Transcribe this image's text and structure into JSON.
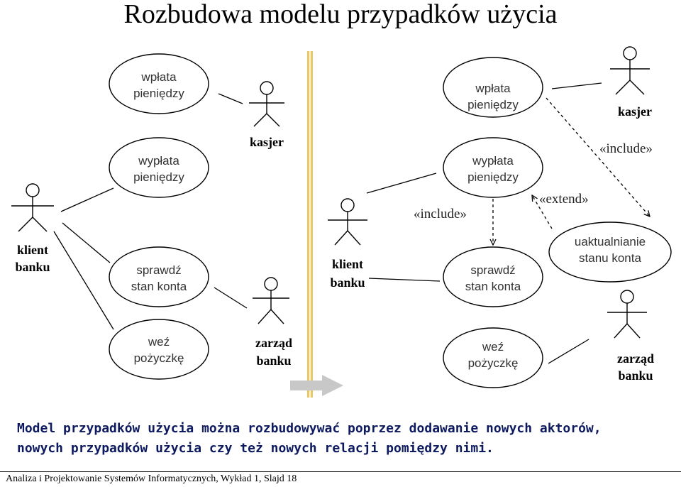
{
  "title": "Rozbudowa modelu przypadków użycia",
  "left": {
    "use_cases": {
      "deposit": [
        "wpłata",
        "pieniędzy"
      ],
      "withdraw": [
        "wypłata",
        "pieniędzy"
      ],
      "check": [
        "sprawdź",
        "stan konta"
      ],
      "loan": [
        "weź",
        "pożyczkę"
      ]
    },
    "actors": {
      "cashier": "kasjer",
      "client": [
        "klient",
        "banku"
      ],
      "board": [
        "zarząd",
        "banku"
      ]
    }
  },
  "right": {
    "use_cases": {
      "deposit": [
        "wpłata",
        "pieniędzy"
      ],
      "withdraw": [
        "wypłata",
        "pieniędzy"
      ],
      "check": [
        "sprawdź",
        "stan konta"
      ],
      "loan": [
        "weź",
        "pożyczkę"
      ],
      "update": [
        "uaktualnianie",
        "stanu konta"
      ]
    },
    "actors": {
      "cashier": "kasjer",
      "client": [
        "klient",
        "banku"
      ],
      "board": [
        "zarząd",
        "banku"
      ]
    },
    "stereotypes": {
      "include_left": "«include»",
      "extend": "«extend»",
      "include_right": "«include»"
    }
  },
  "description": "Model przypadków użycia można rozbudowywać poprzez dodawanie nowych aktorów,\nnowych przypadków użycia czy też nowych relacji pomiędzy nimi.",
  "footer": "Analiza i Projektowanie Systemów Informatycznych, Wykład 1, Slajd 18",
  "colors": {
    "description": "#0d1a60",
    "divider": "#e0c060"
  },
  "icons": [
    "stick-figure-actor-icon",
    "transition-arrow-icon"
  ]
}
